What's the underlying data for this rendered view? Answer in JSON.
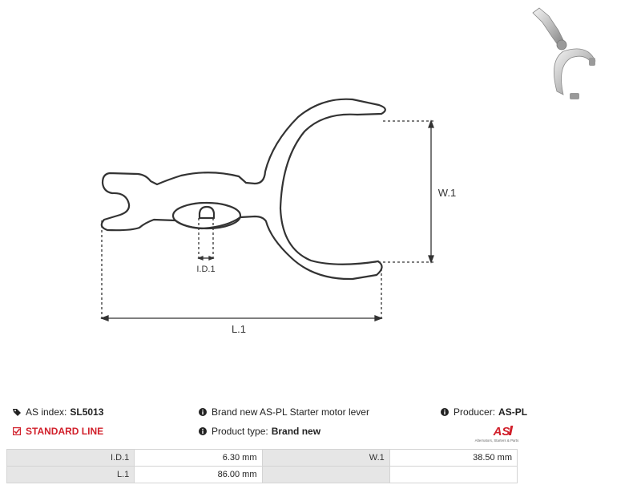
{
  "drawing": {
    "labels": {
      "id": "I.D.1",
      "length": "L.1",
      "width": "W.1"
    }
  },
  "info": {
    "as_index_label": "AS index:",
    "as_index_value": "SL5013",
    "standard_line": "STANDARD LINE",
    "description": "Brand new AS-PL Starter motor lever",
    "product_type_label": "Product type:",
    "product_type_value": "Brand new",
    "producer_label": "Producer:",
    "producer_value": "AS-PL"
  },
  "logo": {
    "mark": "AS",
    "tagline": "Alternators, Starters & Parts"
  },
  "specs": [
    [
      "I.D.1",
      "6.30 mm",
      "W.1",
      "38.50 mm"
    ],
    [
      "L.1",
      "86.00 mm",
      "",
      ""
    ]
  ],
  "colors": {
    "accent_red": "#d11f2a",
    "line": "#333333",
    "table_key_bg": "#e6e6e6"
  },
  "icons": {
    "as_index": "tag-icon",
    "standard_line": "checkbox-checked-icon",
    "info": "info-circle-icon"
  }
}
